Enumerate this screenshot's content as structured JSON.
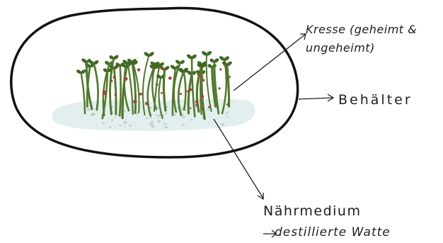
{
  "labels": {
    "cress": {
      "line1": "Kresse (geheimt &",
      "line2": "ungeheimt)"
    },
    "container": "Behälter",
    "medium": {
      "line1": "Nährmedium",
      "line2": "destillierte Watte"
    }
  },
  "colors": {
    "outline": "#111111",
    "cress_stem": "#4f7a2a",
    "cress_leaf": "#3f6a22",
    "seed": "#a0483a",
    "cotton": "#e3efee",
    "cotton_speckle": "#b9c3bf"
  }
}
